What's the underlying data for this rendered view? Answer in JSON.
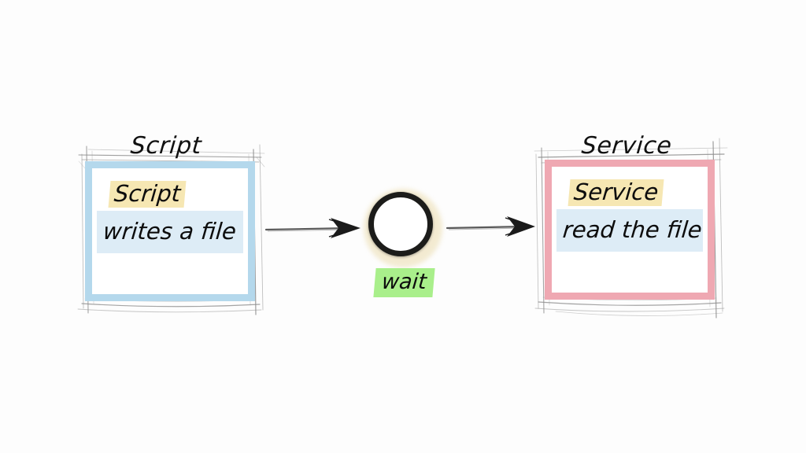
{
  "diagram": {
    "type": "hand-drawn-flow",
    "background_color": "#fdfdfd",
    "nodes": [
      {
        "id": "script",
        "title": "Script",
        "heading": "Script",
        "body": "writes a file",
        "border_color": "#b4d8ec",
        "heading_highlight": "#f6e7b3",
        "body_highlight": "#cfe6f4"
      },
      {
        "id": "service",
        "title": "Service",
        "heading": "Service",
        "body": "read the file",
        "border_color": "#efa8b2",
        "heading_highlight": "#f6e7b3",
        "body_highlight": "#cfe6f4"
      }
    ],
    "center": {
      "icon": "clock-icon",
      "label": "wait",
      "label_highlight": "#a9ef8b",
      "glow_color": "#f2e9cd",
      "rim_color": "#1c1c1a",
      "face_color": "#ffffff",
      "hand_color": "#111111",
      "second_hand_color": "#9a4b55"
    },
    "connectors": [
      {
        "id": "arrow-script-to-clock",
        "from": "script",
        "to": "clock",
        "style": "sketch-arrow",
        "color": "#4a4a4a"
      },
      {
        "id": "arrow-clock-to-service",
        "from": "clock",
        "to": "service",
        "style": "sketch-arrow",
        "color": "#4a4a4a"
      }
    ],
    "sketch_stroke_color": "#8a8a8a"
  }
}
